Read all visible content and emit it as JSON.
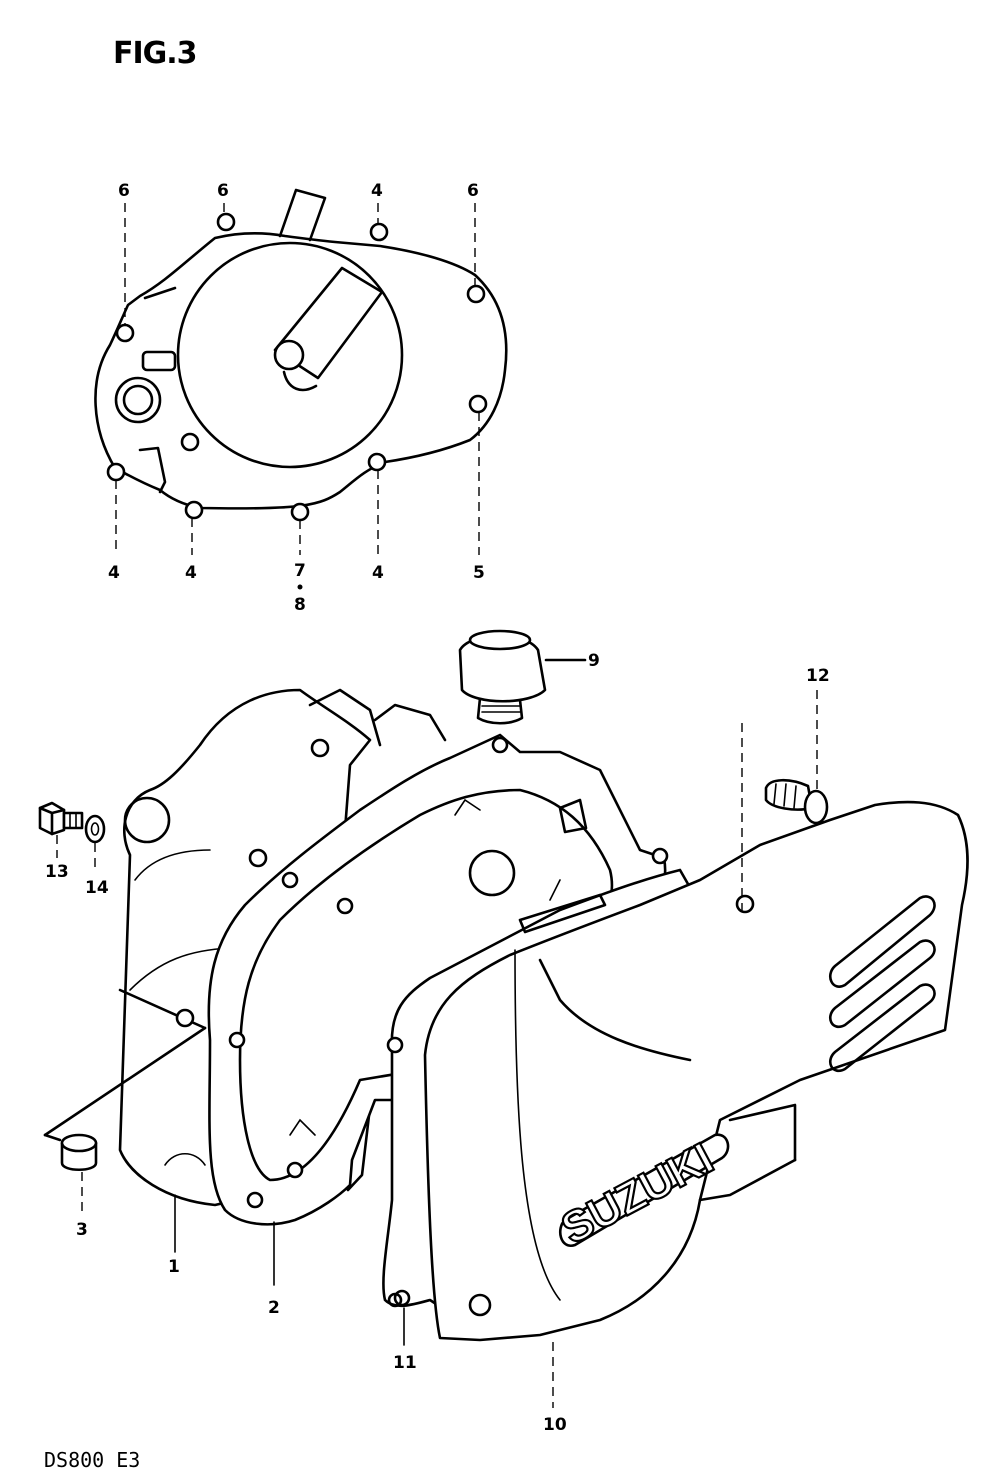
{
  "figure": {
    "title": "FIG.3",
    "model_code": "DS800  E3"
  },
  "logo_text": "SUZUKI",
  "callouts": {
    "top_6a": "6",
    "top_6b": "6",
    "top_4a": "4",
    "top_6c": "6",
    "bot_4a": "4",
    "bot_4b": "4",
    "bot_7": "7",
    "bot_8": "8",
    "bot_4c": "4",
    "bot_5": "5",
    "p9": "9",
    "p12": "12",
    "p13": "13",
    "p14": "14",
    "p3": "3",
    "p1": "1",
    "p2": "2",
    "p11": "11",
    "p10": "10"
  }
}
